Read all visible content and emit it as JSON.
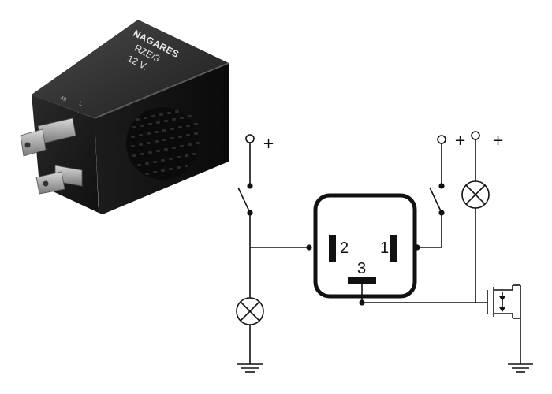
{
  "relay_photo": {
    "brand": "NAGARES",
    "model": "RZE/3",
    "voltage": "12 V.",
    "pin_mark_left": "49",
    "pin_mark_right": "L"
  },
  "schematic": {
    "pin_labels": {
      "pin2": "2",
      "pin1": "1",
      "pin3": "3"
    },
    "supply_labels": {
      "left": "+",
      "right_a": "+",
      "right_b": "+"
    }
  },
  "colors": {
    "line": "#111111",
    "relay_body": "#141414",
    "terminal": "#9a9a9a"
  }
}
